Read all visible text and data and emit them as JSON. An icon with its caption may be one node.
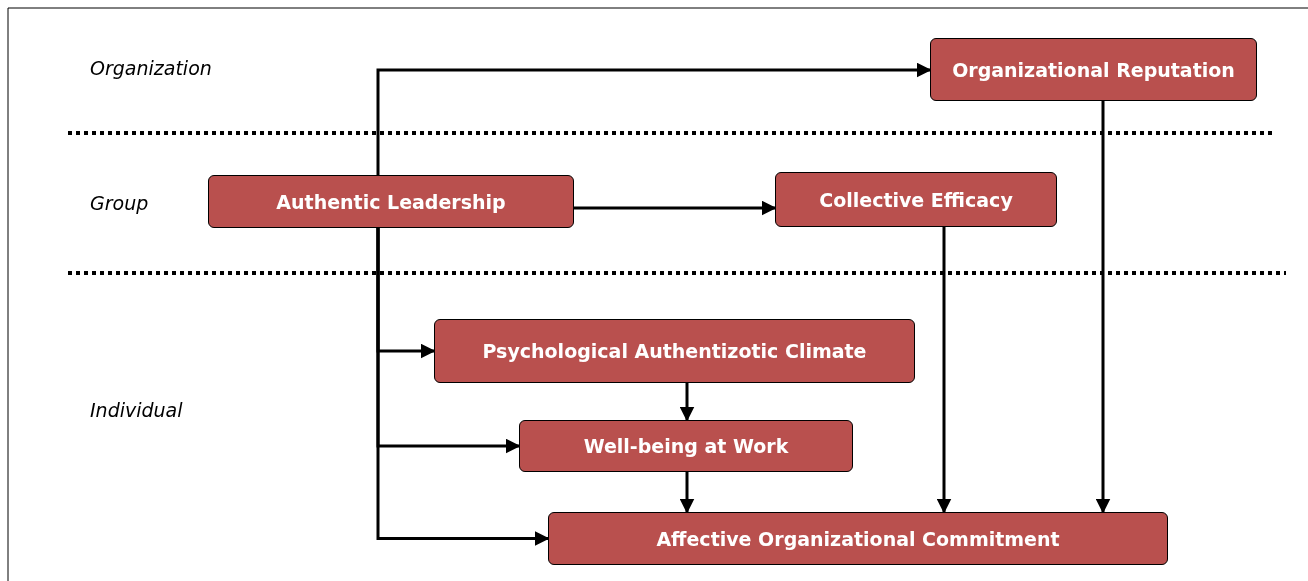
{
  "diagram": {
    "nodes": [
      {
        "text": [
          "Organizational Reputation"
        ]
      },
      {
        "text": [
          "Authentic Leadership"
        ]
      },
      {
        "text": [
          "Collective Efficacy"
        ]
      },
      {
        "text": [
          "Psychological Authentizotic Climate"
        ]
      },
      {
        "text": [
          "Well-being at Work"
        ]
      },
      {
        "text": [
          "Affective Organizational Commitment"
        ]
      }
    ],
    "edges": [
      {
        "from": 1,
        "to": 0,
        "arrow": "to"
      },
      {
        "from": 1,
        "to": 2,
        "arrow": "to"
      },
      {
        "from": 1,
        "to": 3,
        "arrow": "to"
      },
      {
        "from": 1,
        "to": 4,
        "arrow": "to"
      },
      {
        "from": 1,
        "to": 5,
        "arrow": "to"
      },
      {
        "from": 3,
        "to": 4,
        "arrow": "to"
      },
      {
        "from": 4,
        "to": 5,
        "arrow": "to"
      },
      {
        "from": 2,
        "to": 5,
        "arrow": "to"
      },
      {
        "from": 0,
        "to": 5,
        "arrow": "to"
      }
    ],
    "labels": [
      "Organization",
      "Group",
      "Individual"
    ]
  }
}
